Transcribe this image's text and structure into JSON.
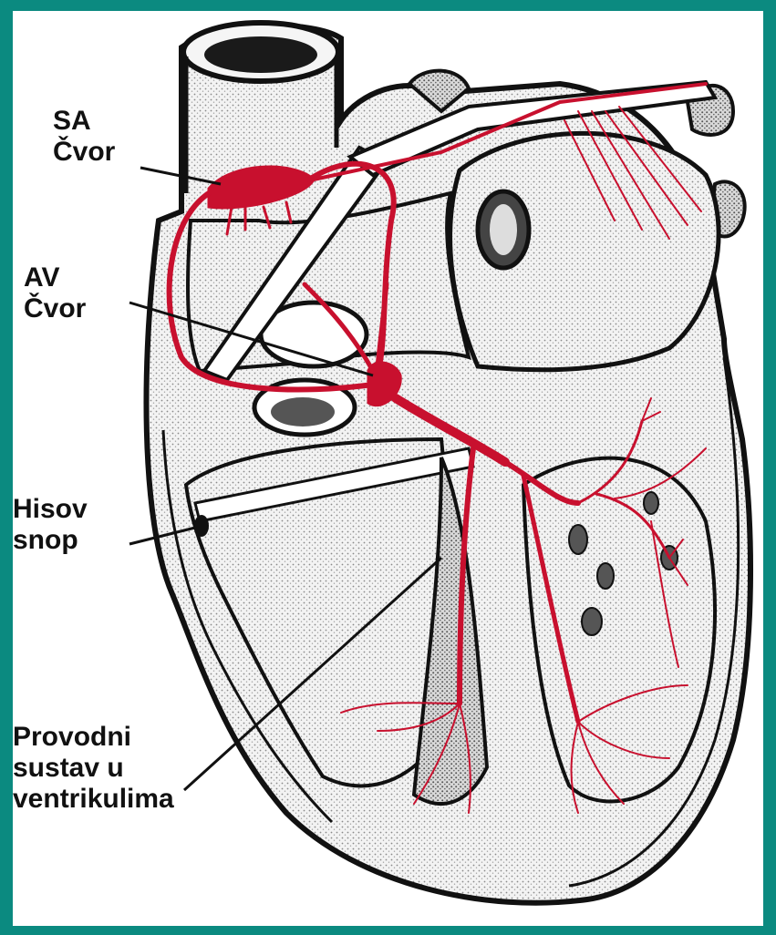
{
  "labels": {
    "sa_node": {
      "line1": "SA",
      "line2": "Čvor"
    },
    "av_node": {
      "line1": "AV",
      "line2": "Čvor"
    },
    "his_bundle": {
      "line1": "Hisov",
      "line2": "snop"
    },
    "ventricular_system": {
      "line1": "Provodni",
      "line2": "sustav u",
      "line3": "ventrikulima"
    }
  },
  "colors": {
    "background": "#0b8a80",
    "conduction": "#c8102e",
    "outline": "#1a1a1a",
    "tissue": "#e6e6e6"
  }
}
